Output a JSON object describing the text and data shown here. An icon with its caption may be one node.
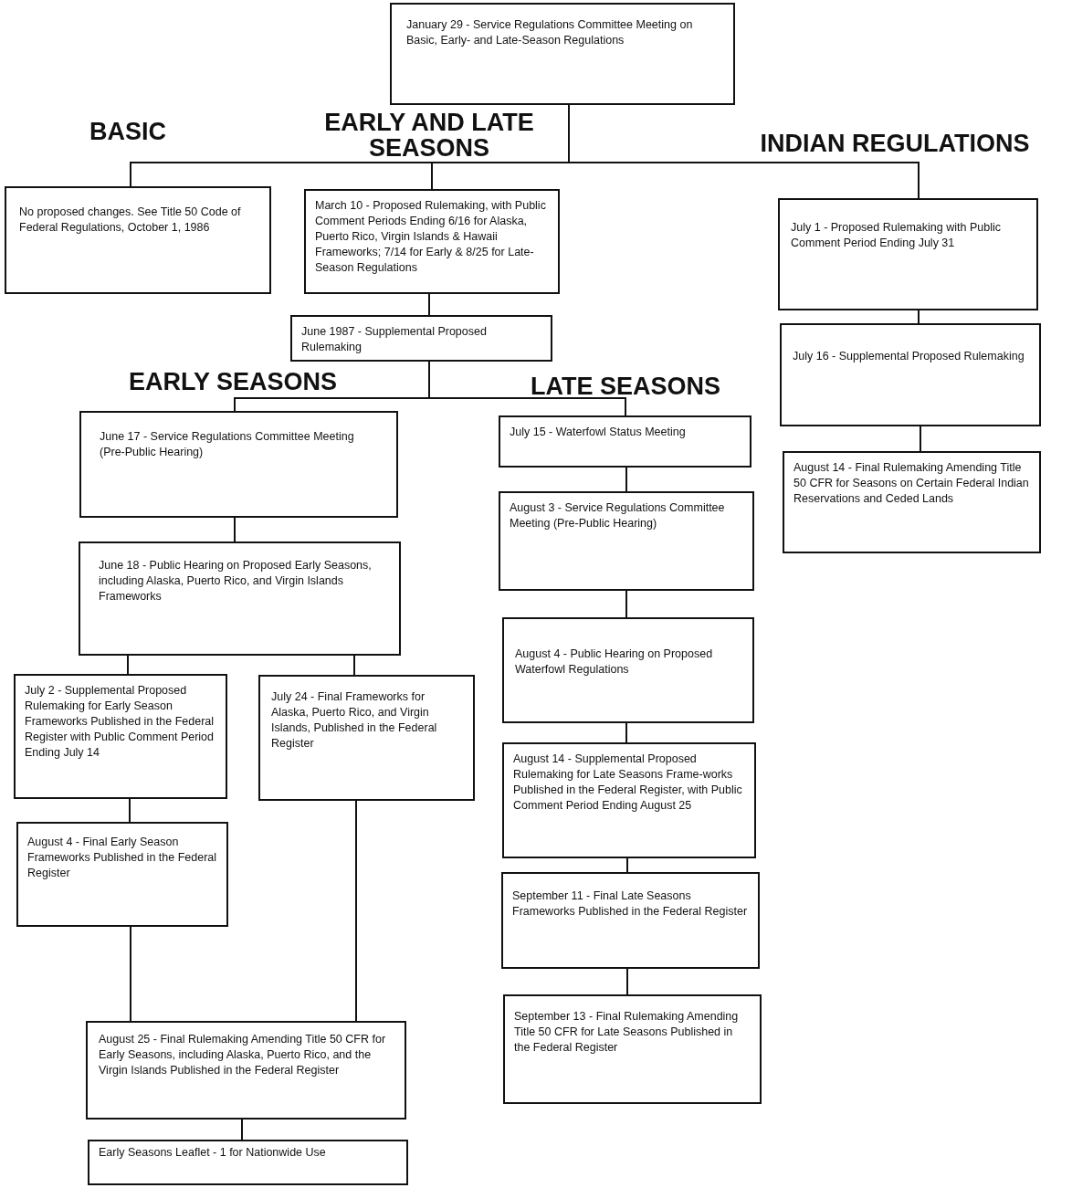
{
  "diagram": {
    "nodes": [
      {
        "text": [
          "January 29 - Service Regulations Committee Meeting on Basic, Early- and Late-Season Regulations"
        ]
      },
      {
        "text": [
          "No proposed changes. See Title 50 Code of Federal Regulations, October 1, 1986"
        ]
      },
      {
        "text": [
          "March 10 - Proposed Rulemaking, with Public Comment Periods Ending 6/16 for Alaska, Puerto Rico, Virgin Islands & Hawaii Frameworks; 7/14 for Early & 8/25 for Late-Season Regulations"
        ]
      },
      {
        "text": [
          "July 1 - Proposed Rulemaking with Public Comment Period Ending July 31"
        ]
      },
      {
        "text": [
          "June 1987 - Supplemental Proposed Rulemaking"
        ]
      },
      {
        "text": [
          "July 16 - Supplemental Proposed Rulemaking"
        ]
      },
      {
        "text": [
          "June 17 - Service Regulations Committee Meeting (Pre-Public Hearing)"
        ]
      },
      {
        "text": [
          "July 15 - Waterfowl Status Meeting"
        ]
      },
      {
        "text": [
          "August 14 - Final Rulemaking Amending Title 50 CFR for Seasons on Certain Federal Indian Reservations and Ceded Lands"
        ]
      },
      {
        "text": [
          "June 18 - Public Hearing on Proposed Early Seasons, including Alaska, Puerto Rico, and Virgin Islands Frameworks"
        ]
      },
      {
        "text": [
          "August 3 - Service Regulations Committee Meeting (Pre-Public Hearing)"
        ]
      },
      {
        "text": [
          "July 2 - Supplemental Proposed Rulemaking for Early Season Frameworks Published in the Federal Register with Public Comment Period Ending July 14"
        ]
      },
      {
        "text": [
          "July 24 - Final Frameworks for Alaska, Puerto Rico, and Virgin Islands, Published in the Federal Register"
        ]
      },
      {
        "text": [
          "August 4 - Public Hearing on Proposed Waterfowl Regulations"
        ]
      },
      {
        "text": [
          "August 14 - Supplemental Proposed Rulemaking for Late Seasons Frame-works Published in the Federal Register, with Public Comment Period Ending August 25"
        ]
      },
      {
        "text": [
          "August 4 - Final Early Season Frameworks Published in the Federal Register"
        ]
      },
      {
        "text": [
          "September 11 - Final Late Seasons Frameworks Published in the Federal Register"
        ]
      },
      {
        "text": [
          "August 25 - Final Rulemaking Amending Title 50 CFR for Early Seasons, including Alaska, Puerto Rico, and the Virgin Islands Published in the Federal Register"
        ]
      },
      {
        "text": [
          "September 13 - Final Rulemaking Amending Title 50 CFR for Late Seasons Published in the Federal Register"
        ]
      },
      {
        "text": [
          "Early Seasons Leaflet - 1 for Nationwide Use"
        ]
      }
    ],
    "edges": [
      {
        "from": 0,
        "to": 1,
        "arrow": "none"
      },
      {
        "from": 0,
        "to": 2,
        "arrow": "none"
      },
      {
        "from": 0,
        "to": 3,
        "arrow": "none"
      },
      {
        "from": 2,
        "to": 4,
        "arrow": "none"
      },
      {
        "from": 4,
        "to": 6,
        "arrow": "none"
      },
      {
        "from": 4,
        "to": 7,
        "arrow": "none"
      },
      {
        "from": 6,
        "to": 9,
        "arrow": "none"
      },
      {
        "from": 9,
        "to": 11,
        "arrow": "none"
      },
      {
        "from": 9,
        "to": 12,
        "arrow": "none"
      },
      {
        "from": 11,
        "to": 15,
        "arrow": "none"
      },
      {
        "from": 15,
        "to": 17,
        "arrow": "none"
      },
      {
        "from": 12,
        "to": 17,
        "arrow": "none"
      },
      {
        "from": 17,
        "to": 19,
        "arrow": "none"
      },
      {
        "from": 7,
        "to": 10,
        "arrow": "none"
      },
      {
        "from": 10,
        "to": 13,
        "arrow": "none"
      },
      {
        "from": 13,
        "to": 14,
        "arrow": "none"
      },
      {
        "from": 14,
        "to": 16,
        "arrow": "none"
      },
      {
        "from": 16,
        "to": 18,
        "arrow": "none"
      },
      {
        "from": 3,
        "to": 5,
        "arrow": "none"
      },
      {
        "from": 5,
        "to": 8,
        "arrow": "none"
      }
    ],
    "labels": [
      "BASIC",
      "EARLY AND LATE SEASONS",
      "INDIAN REGULATIONS",
      "EARLY SEASONS",
      "LATE SEASONS"
    ]
  }
}
